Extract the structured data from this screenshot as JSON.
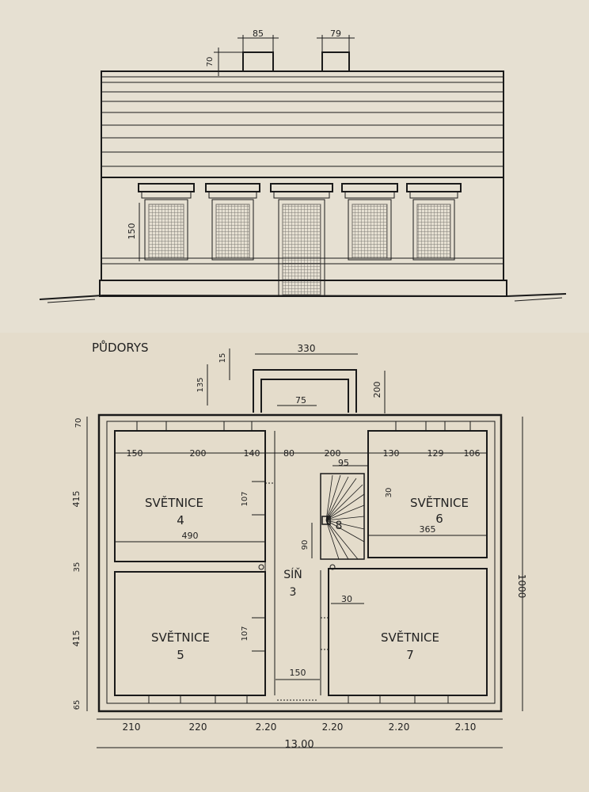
{
  "elevation": {
    "chimney_widths": [
      "85",
      "79"
    ],
    "chimney_height": "70",
    "window_height": "150"
  },
  "plan": {
    "title": "PŮDORYS",
    "rooms": [
      {
        "label": "SVĚTNICE",
        "num": "4"
      },
      {
        "label": "SVĚTNICE",
        "num": "5"
      },
      {
        "label": "SÍŇ",
        "num": "3"
      },
      {
        "label": "SVĚTNICE",
        "num": "6"
      },
      {
        "label": "SVĚTNICE",
        "num": "7"
      },
      {
        "label": "",
        "num": "8"
      }
    ],
    "dims": {
      "porch_width": "330",
      "porch_depth": "200",
      "porch_step_a": "15",
      "porch_step_b": "135",
      "door_75": "75",
      "wall_top": "70",
      "room_h_top": "415",
      "partition": "35",
      "room_h_bot": "415",
      "wall_bot": "65",
      "total_height": "1000",
      "top_150": "150",
      "top_200a": "200",
      "top_140": "140",
      "top_80": "80",
      "top_200b": "200",
      "top_130": "130",
      "top_129": "129",
      "top_106": "106",
      "stair_95": "95",
      "stair_30": "30",
      "door_107a": "107",
      "room4_width": "490",
      "room6_width": "365",
      "stair_90": "90",
      "wall_30": "30",
      "door_107b": "107",
      "door_150": "150",
      "bot_210a": "210",
      "bot_220a": "220",
      "bot_220b": "2.20",
      "bot_220c": "2.20",
      "bot_220d": "2.20",
      "bot_210b": "2.10",
      "total_width": "13.00"
    }
  }
}
